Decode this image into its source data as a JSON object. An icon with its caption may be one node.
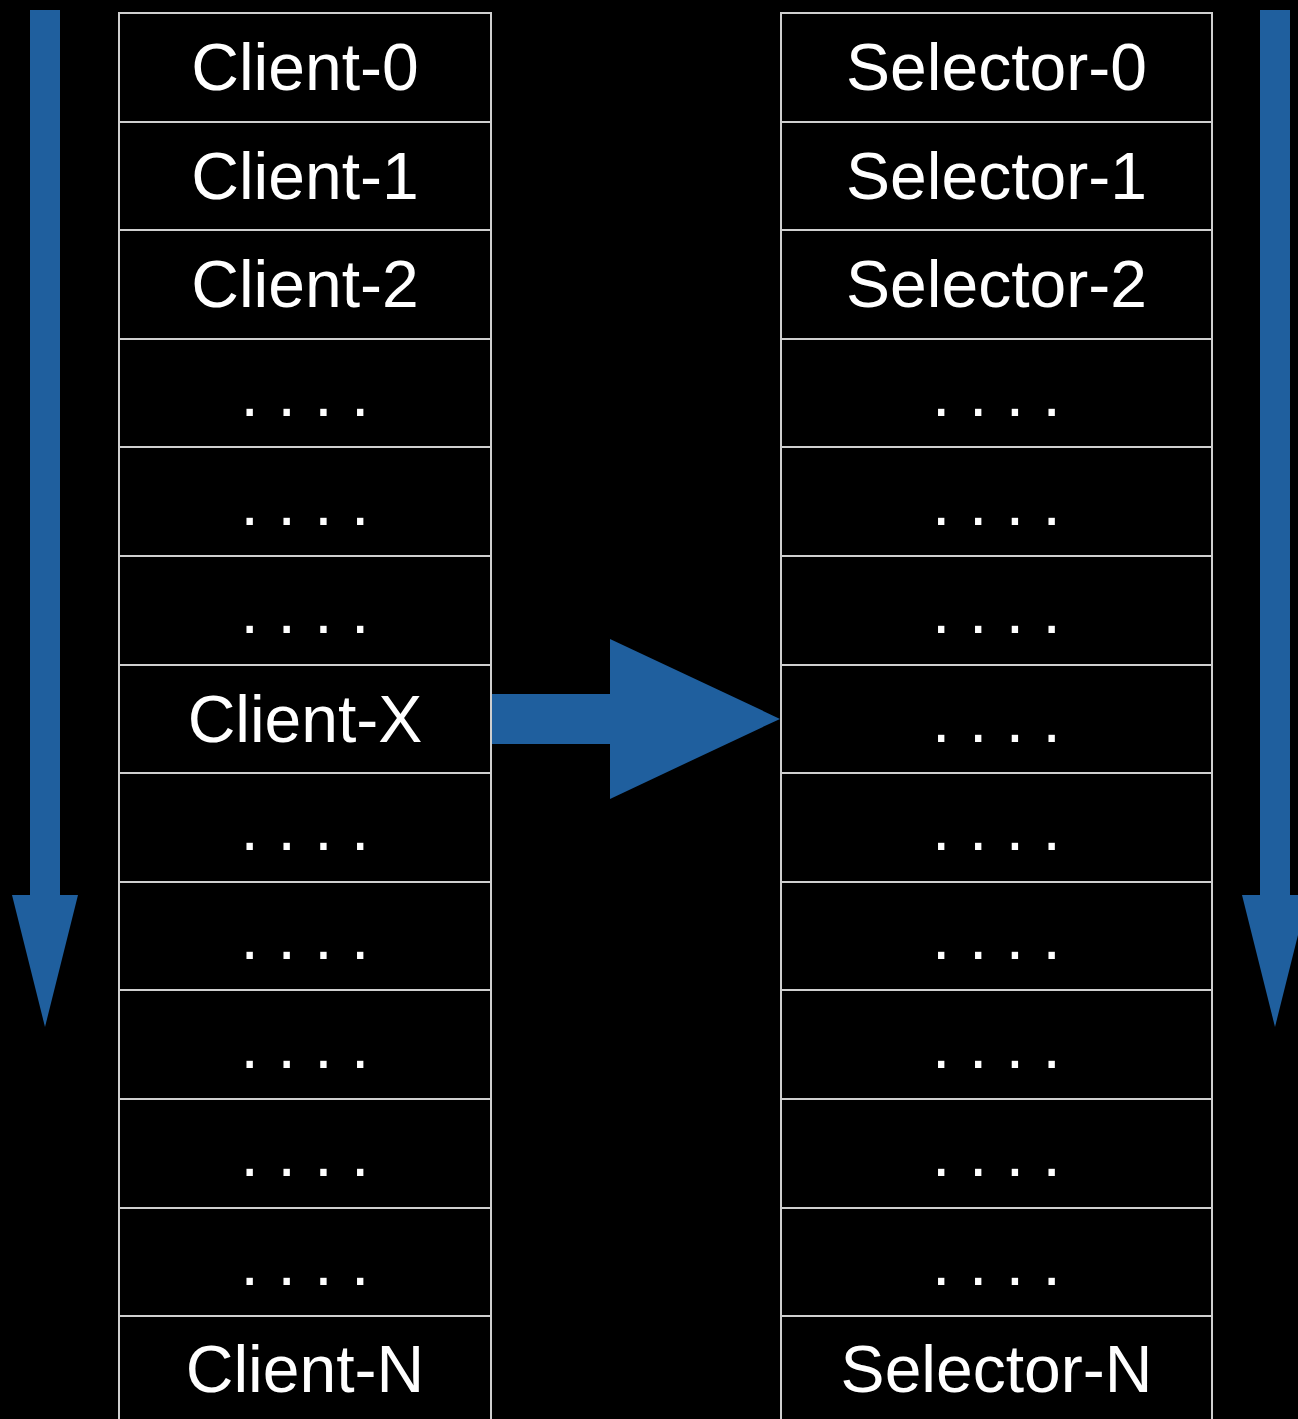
{
  "diagram": {
    "nodes": [
      {
        "text": [
          "Client-0"
        ]
      },
      {
        "text": [
          "Client-1"
        ]
      },
      {
        "text": [
          "Client-2"
        ]
      },
      {
        "text": [
          "...."
        ]
      },
      {
        "text": [
          "...."
        ]
      },
      {
        "text": [
          "...."
        ]
      },
      {
        "text": [
          "Client-X"
        ]
      },
      {
        "text": [
          "...."
        ]
      },
      {
        "text": [
          "...."
        ]
      },
      {
        "text": [
          "...."
        ]
      },
      {
        "text": [
          "...."
        ]
      },
      {
        "text": [
          "...."
        ]
      },
      {
        "text": [
          "Client-N"
        ]
      },
      {
        "text": [
          "Selector-0"
        ]
      },
      {
        "text": [
          "Selector-1"
        ]
      },
      {
        "text": [
          "Selector-2"
        ]
      },
      {
        "text": [
          "...."
        ]
      },
      {
        "text": [
          "...."
        ]
      },
      {
        "text": [
          "...."
        ]
      },
      {
        "text": [
          "...."
        ]
      },
      {
        "text": [
          "...."
        ]
      },
      {
        "text": [
          "...."
        ]
      },
      {
        "text": [
          "...."
        ]
      },
      {
        "text": [
          "...."
        ]
      },
      {
        "text": [
          "...."
        ]
      },
      {
        "text": [
          "Selector-N"
        ]
      }
    ],
    "edges": [
      {
        "from": 6,
        "to": 19,
        "arrow": "to",
        "style": "thick",
        "color": "#1f5f9e"
      }
    ]
  }
}
